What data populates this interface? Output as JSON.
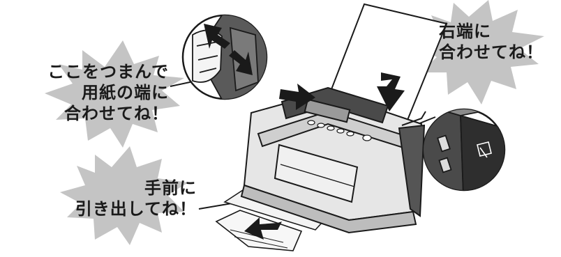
{
  "callouts": {
    "pinch_guide": {
      "line1": "ここをつまんで",
      "line2": "用紙の端に",
      "line3": "合わせてね！"
    },
    "right_edge": {
      "line1": "右端に",
      "line2": "合わせてね！"
    },
    "pull_tray": {
      "line1": "手前に",
      "line2": "引き出してね！"
    }
  },
  "colors": {
    "burst_gray": "#c4c4c4",
    "line_black": "#1a1a1a",
    "printer_dark": "#4a4a4a",
    "printer_body": "#e6e6e6",
    "paper": "#ffffff"
  },
  "icons": [
    "arrow-right-icon",
    "arrow-down-icon",
    "arrow-diagonal-icon",
    "arrow-down-left-icon",
    "paper-size-icon"
  ]
}
